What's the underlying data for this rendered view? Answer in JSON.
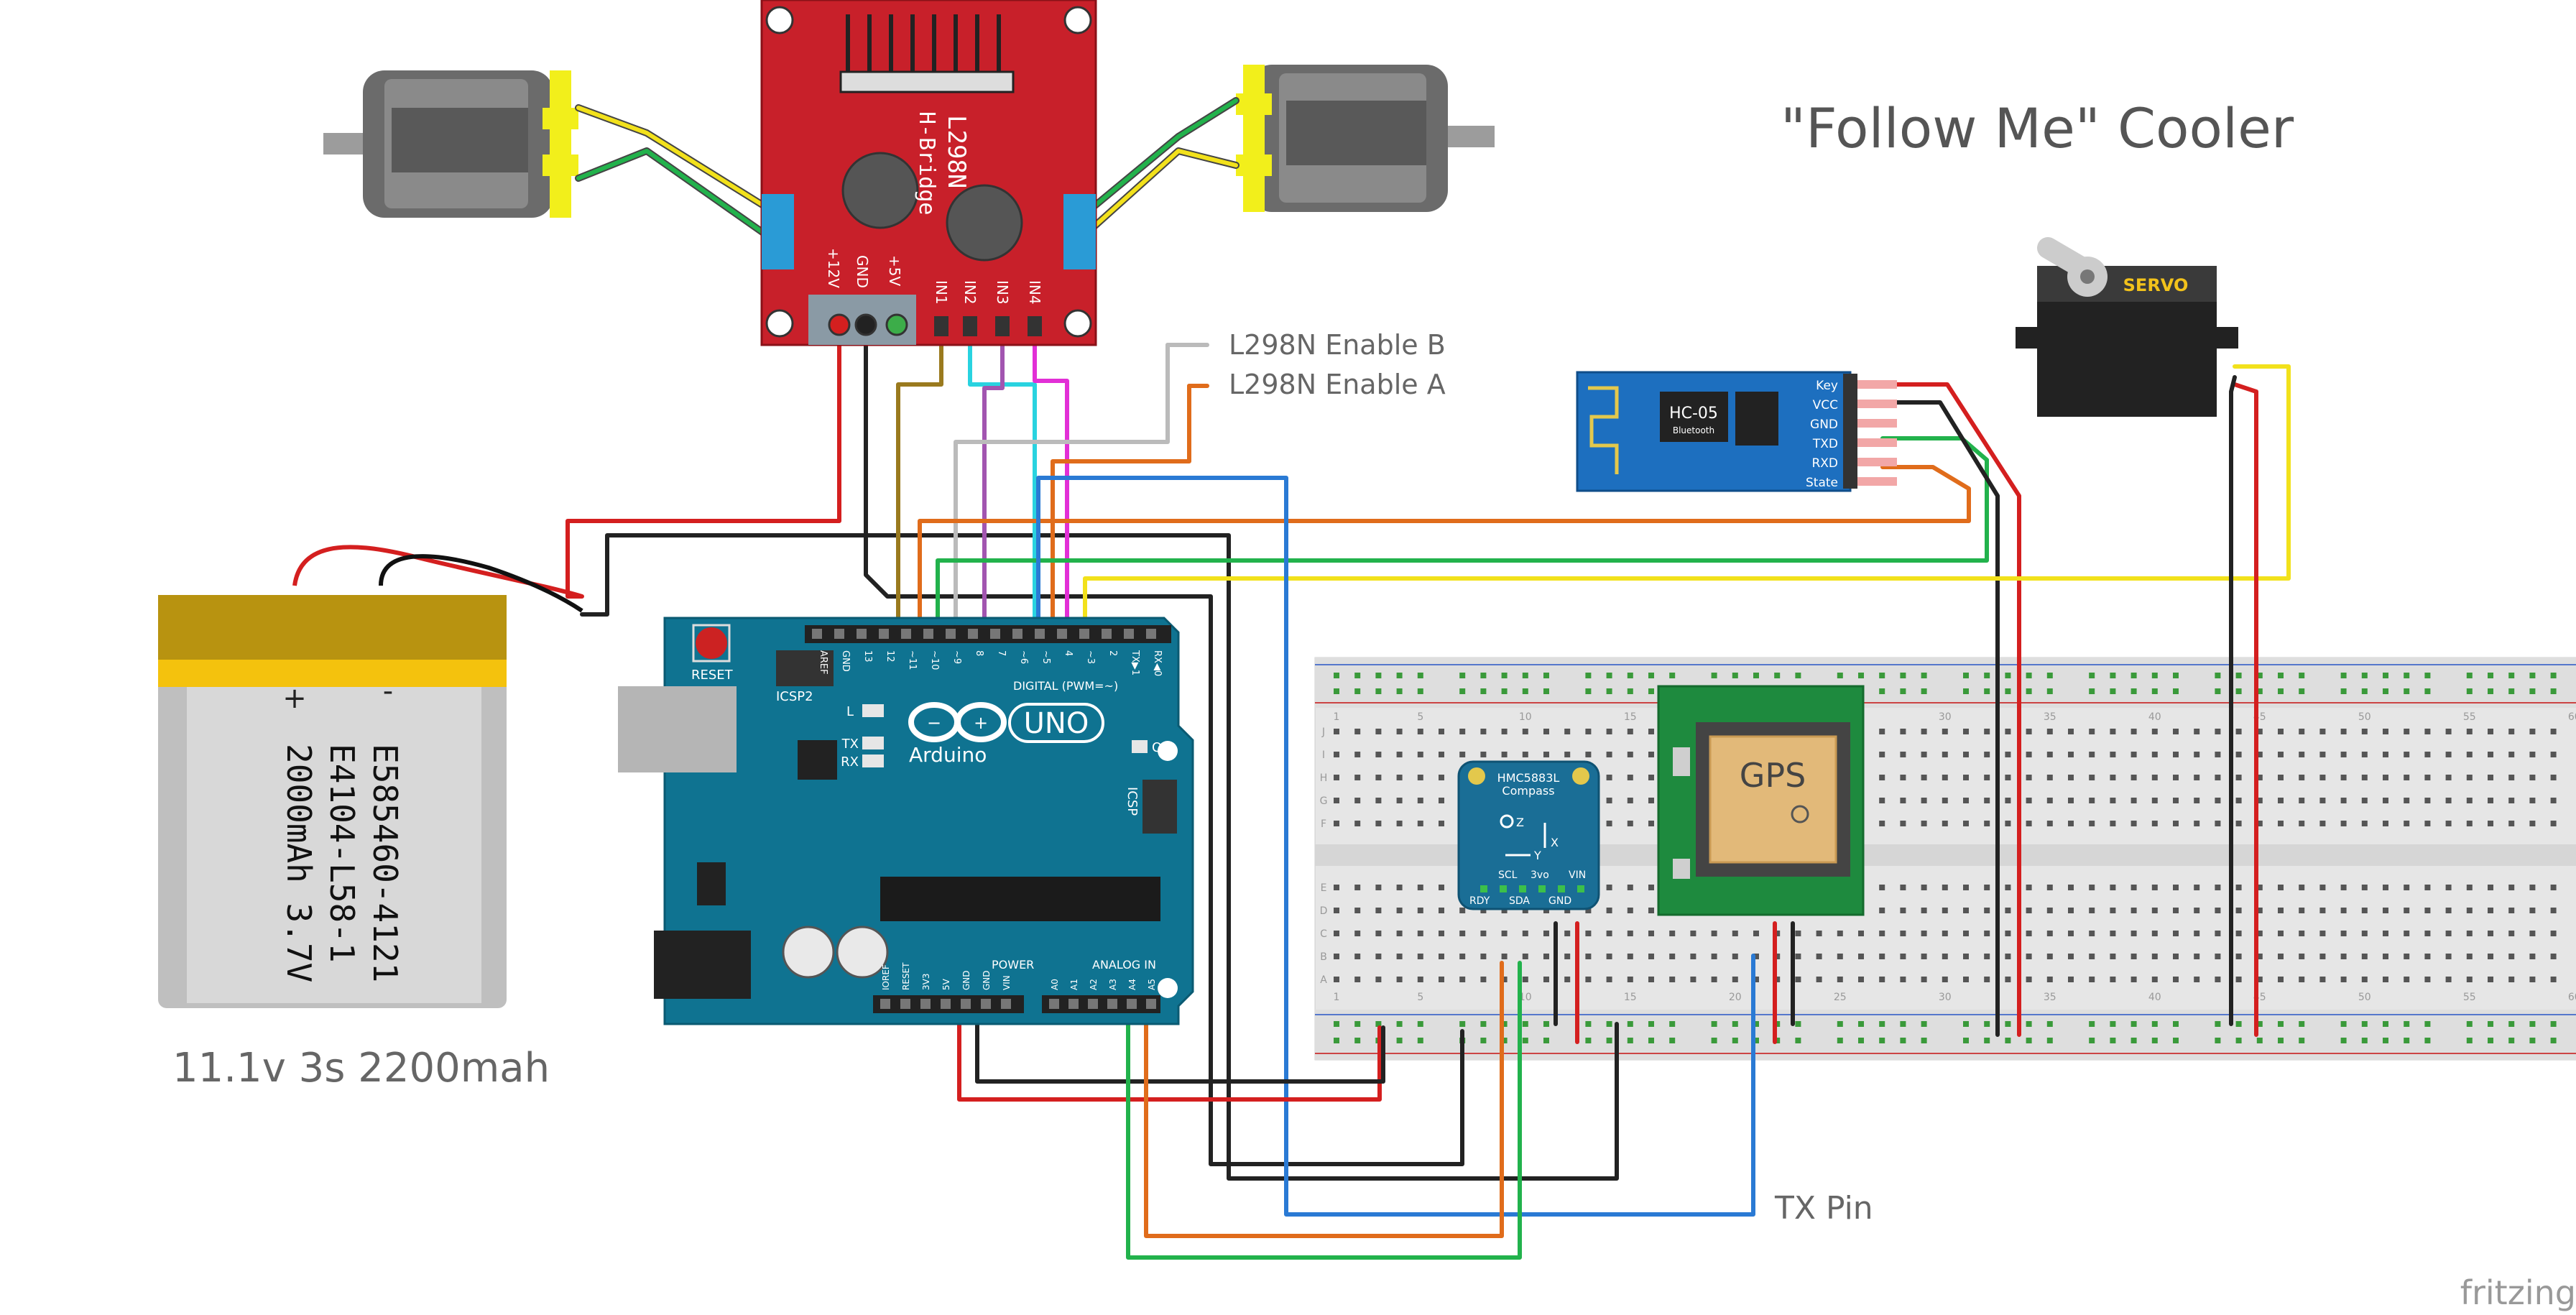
{
  "title": "\"Follow Me\" Cooler",
  "watermark": "fritzing",
  "labels": {
    "enable_b": "L298N Enable B",
    "enable_a": "L298N Enable A",
    "tx_pin": "TX Pin",
    "battery_spec": "11.1v 3s 2200mah"
  },
  "battery": {
    "line1": "E585460-4121",
    "line2": "E4104-L58-1",
    "line3": "2000mAh 3.7V",
    "plus": "+",
    "minus": "-"
  },
  "hbridge": {
    "name1": "L298N",
    "name2": "H-Bridge",
    "p12v": "+12V",
    "gnd": "GND",
    "p5v": "+5V",
    "in1": "IN1",
    "in2": "IN2",
    "in3": "IN3",
    "in4": "IN4"
  },
  "bluetooth": {
    "name": "HC-05",
    "sub": "Bluetooth",
    "pins": [
      "Key",
      "VCC",
      "GND",
      "TXD",
      "RXD",
      "State"
    ]
  },
  "servo": {
    "label": "SERVO"
  },
  "gps": {
    "label": "GPS"
  },
  "compass": {
    "name1": "HMC5883L",
    "name2": "Compass",
    "scl": "SCL",
    "vo": "3vo",
    "vin": "VIN",
    "rdy": "RDY",
    "sda": "SDA",
    "gnd": "GND",
    "z": "Z",
    "x": "X",
    "y": "Y"
  },
  "arduino": {
    "brand": "Arduino",
    "model": "UNO",
    "reset": "RESET",
    "icsp2": "ICSP2",
    "icsp": "ICSP",
    "on": "ON",
    "l": "L",
    "tx": "TX",
    "rx": "RX",
    "digital": "DIGITAL (PWM=~)",
    "power": "POWER",
    "analog": "ANALOG IN",
    "digital_pins": [
      "AREF",
      "GND",
      "13",
      "12",
      "~11",
      "~10",
      "~9",
      "8",
      "7",
      "~6",
      "~5",
      "4",
      "~3",
      "2",
      "TX▶1",
      "RX◀0"
    ],
    "power_pins": [
      "IOREF",
      "RESET",
      "3V3",
      "5V",
      "GND",
      "GND",
      "VIN"
    ],
    "analog_pins": [
      "A0",
      "A1",
      "A2",
      "A3",
      "A4",
      "A5"
    ]
  },
  "breadboard": {
    "numbers": [
      "1",
      "5",
      "10",
      "15",
      "20",
      "25",
      "30",
      "35",
      "40",
      "45",
      "50",
      "55",
      "60"
    ],
    "letters_top": [
      "J",
      "I",
      "H",
      "G",
      "F"
    ],
    "letters_bottom": [
      "E",
      "D",
      "C",
      "B",
      "A"
    ]
  },
  "colors": {
    "hbridge": "#c8202a",
    "arduino": "#0f7391",
    "bluetooth": "#1d6fbf",
    "gps": "#1e8a3e",
    "compass": "#1a6e96",
    "wire_red": "#d41f1f",
    "wire_black": "#222222",
    "wire_yellow": "#f2e11b",
    "wire_green": "#22b24c",
    "wire_orange": "#e06c1b",
    "wire_blue": "#2a7ad4",
    "wire_cyan": "#29d3e0",
    "wire_magenta": "#e22fd6",
    "wire_brown": "#9a7a1e",
    "wire_purple": "#a255b0"
  }
}
